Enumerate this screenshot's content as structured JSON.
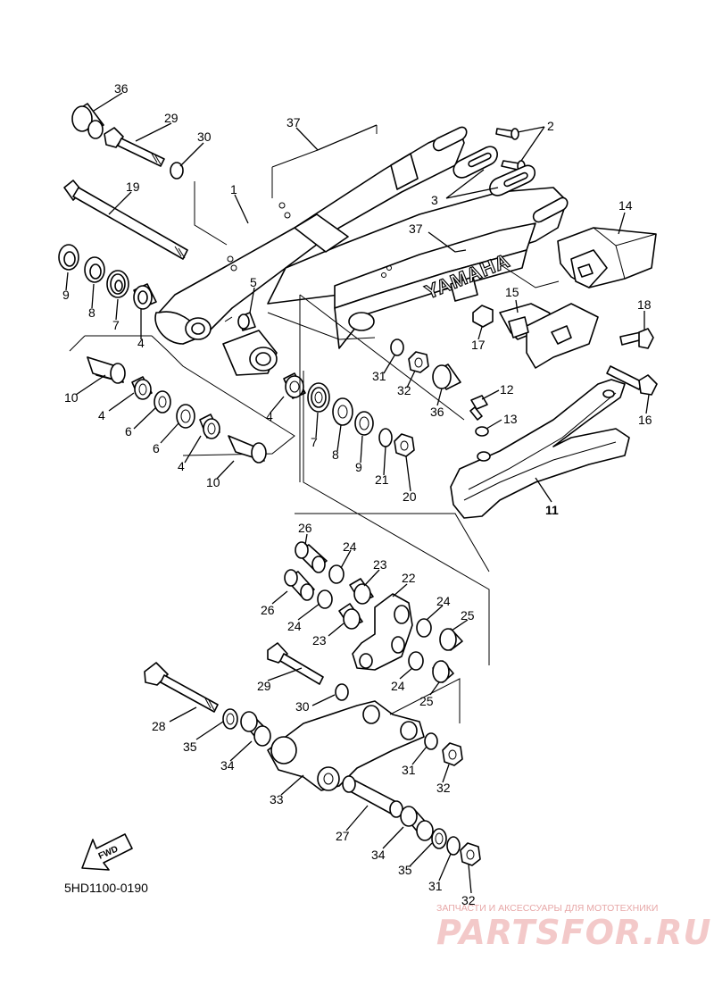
{
  "diagram": {
    "code": "5HD1100-0190",
    "brand_text": "YAMAHA",
    "fwd_label": "FWD",
    "callouts": {
      "c36a": "36",
      "c29a": "29",
      "c30a": "30",
      "c37a": "37",
      "c2": "2",
      "c3": "3",
      "c1": "1",
      "c19": "19",
      "c37b": "37",
      "c14": "14",
      "c9a": "9",
      "c8a": "8",
      "c7a": "7",
      "c4a": "4",
      "c5": "5",
      "c15": "15",
      "c18": "18",
      "c17": "17",
      "c31a": "31",
      "c32a": "32",
      "c36b": "36",
      "c12": "12",
      "c13": "13",
      "c16": "16",
      "c10a": "10",
      "c4b": "4",
      "c6a": "6",
      "c6b": "6",
      "c4c": "4",
      "c10b": "10",
      "c4d": "4",
      "c7b": "7",
      "c8b": "8",
      "c9b": "9",
      "c21": "21",
      "c20": "20",
      "c11": "11",
      "c26a": "26",
      "c24a": "24",
      "c23a": "23",
      "c22": "22",
      "c26b": "26",
      "c24b": "24",
      "c23b": "23",
      "c24c": "24",
      "c25a": "25",
      "c29b": "29",
      "c24d": "24",
      "c25b": "25",
      "c30b": "30",
      "c28": "28",
      "c35a": "35",
      "c34a": "34",
      "c31b": "31",
      "c32b": "32",
      "c33": "33",
      "c27": "27",
      "c34b": "34",
      "c35b": "35",
      "c31c": "31",
      "c32c": "32"
    }
  },
  "watermark": {
    "tagline": "ЗАПЧАСТИ И АКСЕССУАРЫ ДЛЯ МОТОТЕХНИКИ",
    "logo_text": "PARTSFOR.RU",
    "color": "#e36b6b"
  }
}
